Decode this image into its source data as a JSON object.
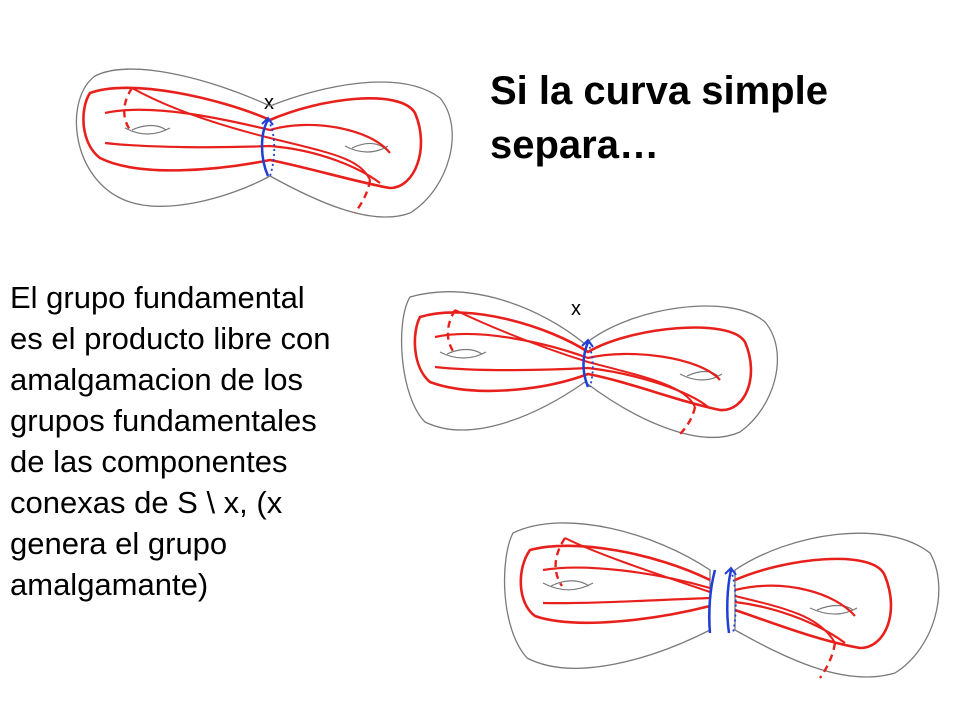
{
  "title": {
    "line1": "Si la curva simple",
    "line2": "separa…"
  },
  "body": {
    "lines": [
      "El grupo fundamental",
      "es el producto libre con",
      "amalgamacion de los",
      "grupos fundamentales",
      "de las componentes",
      "conexas de  S \\ x,  (x",
      "genera el grupo",
      "amalgamante)"
    ]
  },
  "figures": {
    "top_label": "x",
    "middle_label": "x"
  },
  "colors": {
    "curve": "#e8201c",
    "loop": "#1f3fd6",
    "outline": "#7a7a7a",
    "text": "#000000"
  }
}
